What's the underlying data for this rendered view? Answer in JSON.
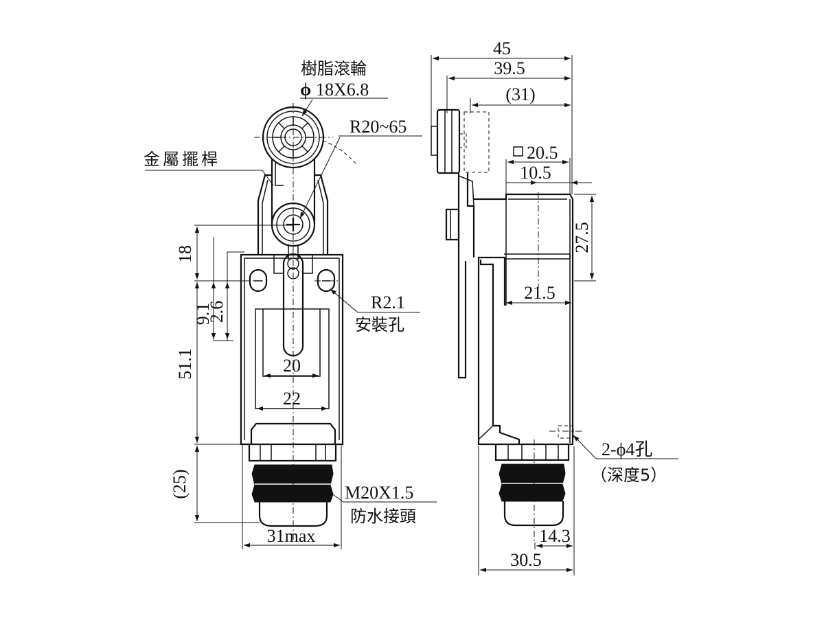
{
  "callouts": {
    "roller_material": "樹脂滾輪",
    "roller_size_symbol": "ϕ",
    "roller_size": "18X6.8",
    "radius_range": "R20~65",
    "lever": "金屬擺桿",
    "mount_radius": "R2.1",
    "mount_hole": "安裝孔",
    "thread": "M20X1.5",
    "gland": "防水接頭",
    "side_holes": "2-ϕ4孔",
    "side_holes_depth": "（深度5）",
    "square_size": "20.5"
  },
  "front_dims": {
    "d18": "18",
    "d9_1": "9.1",
    "d2_6": "2.6",
    "d51_1": "51.1",
    "d25": "(25)",
    "d20": "20",
    "d22": "22",
    "d31max": "31max"
  },
  "side_dims": {
    "d45": "45",
    "d39_5": "39.5",
    "d31": "(31)",
    "d10_5": "10.5",
    "d27_5": "27.5",
    "d21_5": "21.5",
    "d14_3": "14.3",
    "d30_5": "30.5"
  }
}
